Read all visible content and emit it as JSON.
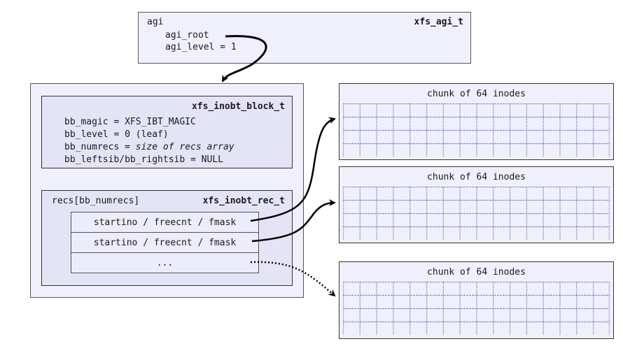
{
  "agi": {
    "name": "agi",
    "type": "xfs_agi_t",
    "fields": [
      "agi_root",
      "agi_level = 1"
    ]
  },
  "block": {
    "type": "xfs_inobt_block_t",
    "fields": [
      {
        "label": "bb_magic = XFS_IBT_MAGIC"
      },
      {
        "label": "bb_level = 0 (leaf)"
      },
      {
        "label": "bb_numrecs = ",
        "italic": "size of recs array"
      },
      {
        "label": "bb_leftsib/bb_rightsib = NULL"
      }
    ]
  },
  "recs": {
    "name": "recs[bb_numrecs]",
    "type": "xfs_inobt_rec_t",
    "rows": [
      "startino / freecnt / fmask",
      "startino / freecnt / fmask",
      "..."
    ]
  },
  "chunks": [
    {
      "title": "chunk of 64 inodes",
      "columns": 16,
      "rows": 4
    },
    {
      "title": "chunk of 64 inodes",
      "columns": 16,
      "rows": 4
    },
    {
      "title": "chunk of 64 inodes",
      "columns": 16,
      "rows": 4
    }
  ],
  "colors": {
    "box_fill": "#f0f0fc",
    "inner_fill": "#e4e4f6",
    "grid": "#6a6ab8",
    "arrow": "#000000"
  }
}
